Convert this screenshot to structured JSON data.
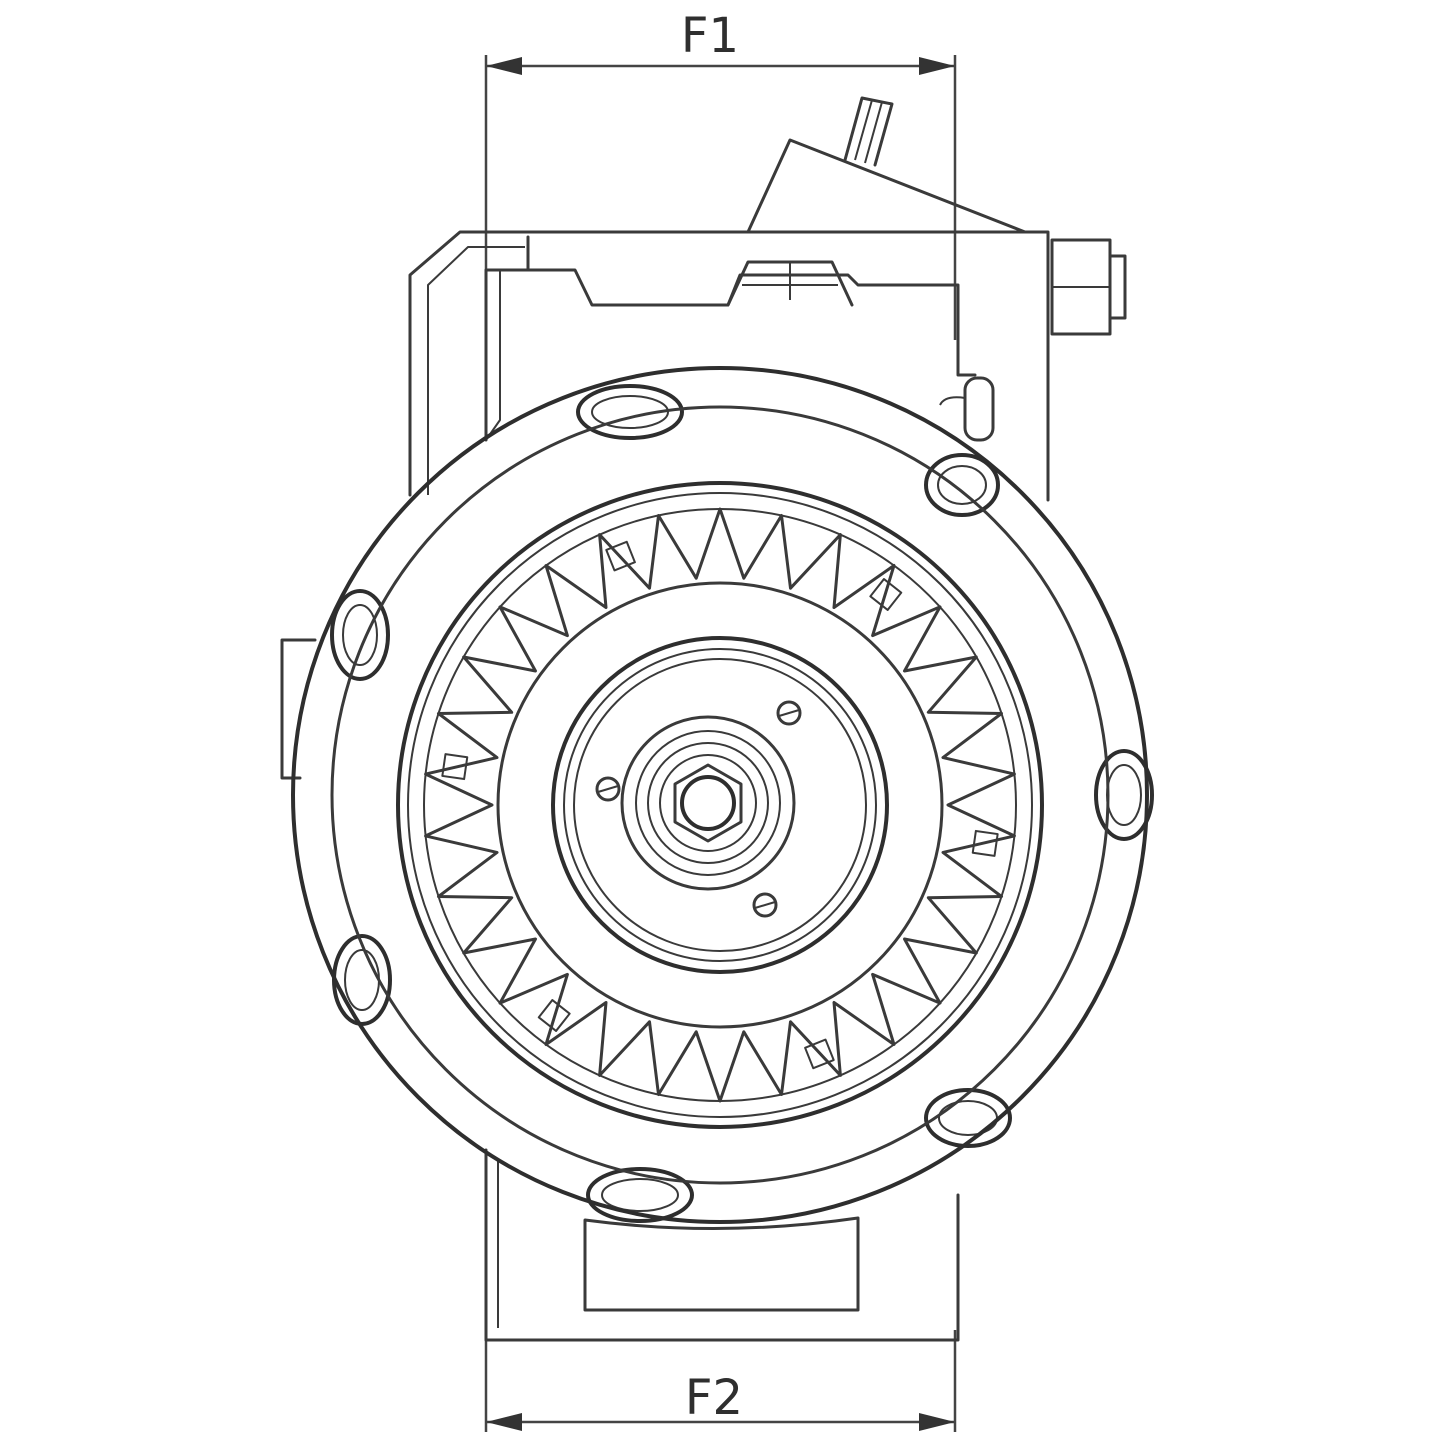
{
  "dimensions": {
    "top_label": "F1",
    "bottom_label": "F2"
  },
  "gear": {
    "tooth_count": 30
  },
  "colors": {
    "stroke": "#3a3a3a",
    "background": "#ffffff"
  }
}
